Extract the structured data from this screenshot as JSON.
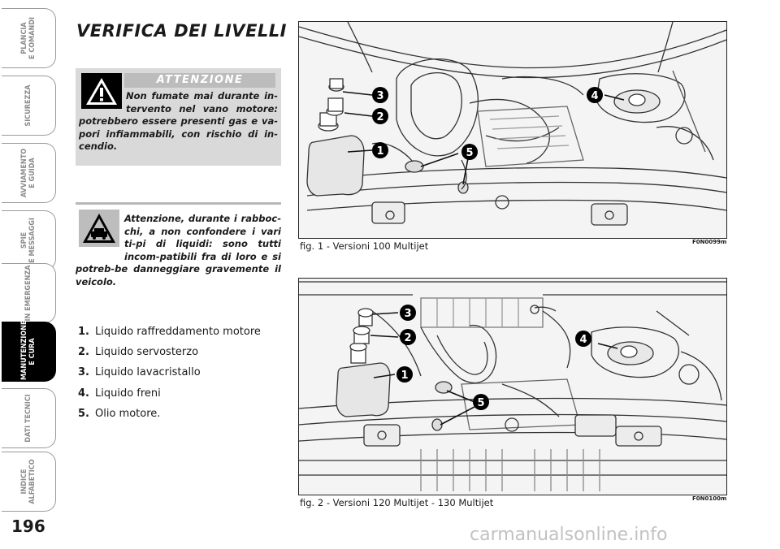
{
  "sidebar": {
    "tabs": [
      {
        "label": "PLANCIA\nE COMANDI",
        "active": false
      },
      {
        "label": "SICUREZZA",
        "active": false
      },
      {
        "label": "AVVIAMENTO\nE GUIDA",
        "active": false
      },
      {
        "label": "SPIE\nE MESSAGGI",
        "active": false
      },
      {
        "label": "IN EMERGENZA",
        "active": false
      },
      {
        "label": "MANUTENZIONE\nE CURA",
        "active": true
      },
      {
        "label": "DATI TECNICI",
        "active": false
      },
      {
        "label": "INDICE\nALFABETICO",
        "active": false
      }
    ],
    "page_number": "196"
  },
  "section": {
    "title": "VERIFICA DEI LIVELLI"
  },
  "warning": {
    "header": "ATTENZIONE",
    "text": "Non fumate mai durante in-tervento nel vano motore: potrebbero essere presenti gas e va-pori infiammabili, con rischio di in-cendio."
  },
  "note": {
    "text": "Attenzione, durante i rabboc-chi, a non confondere i vari ti-pi di liquidi: sono tutti incom-patibili fra di loro e si potreb-be danneggiare gravemente il veicolo."
  },
  "fluids": [
    {
      "num": "1.",
      "label": "Liquido raffreddamento motore"
    },
    {
      "num": "2.",
      "label": "Liquido servosterzo"
    },
    {
      "num": "3.",
      "label": "Liquido lavacristallo"
    },
    {
      "num": "4.",
      "label": "Liquido freni"
    },
    {
      "num": "5.",
      "label": "Olio motore."
    }
  ],
  "figures": [
    {
      "caption": "fig. 1 - Versioni 100 Multijet",
      "code": "F0N0099m",
      "callouts": [
        "1",
        "2",
        "3",
        "4",
        "5"
      ]
    },
    {
      "caption": "fig. 2 - Versioni 120 Multijet - 130 Multijet",
      "code": "F0N0100m",
      "callouts": [
        "1",
        "2",
        "3",
        "4",
        "5"
      ]
    }
  ],
  "watermark": "carmanualsonline.info"
}
